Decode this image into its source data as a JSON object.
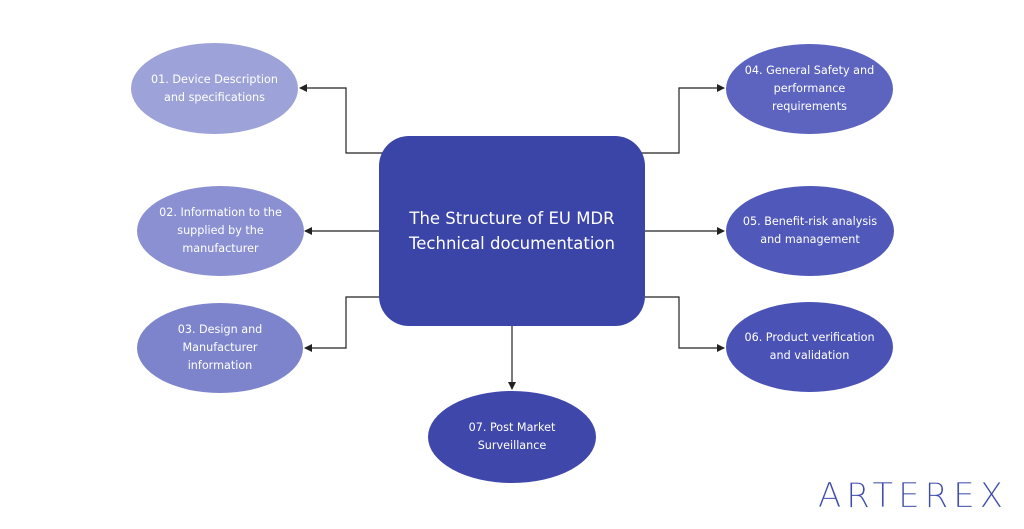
{
  "center": {
    "title": "The Structure of EU MDR\nTechnical documentation"
  },
  "nodes": [
    {
      "id": "01",
      "label": "01. Device Description\nand specifications"
    },
    {
      "id": "02",
      "label": "02. Information to the\nsupplied by the\nmanufacturer"
    },
    {
      "id": "03",
      "label": "03. Design and\nManufacturer\ninformation"
    },
    {
      "id": "04",
      "label": "04. General Safety and\nperformance\nrequirements"
    },
    {
      "id": "05",
      "label": "05. Benefit-risk analysis\nand management"
    },
    {
      "id": "06",
      "label": "06. Product verification\nand validation"
    },
    {
      "id": "07",
      "label": "07. Post Market\nSurveillance"
    }
  ],
  "logo": {
    "text": "ARTEREX"
  },
  "colors": {
    "center": "#3b45a8",
    "connector": "#222222",
    "logo": "#3c4aa8"
  }
}
